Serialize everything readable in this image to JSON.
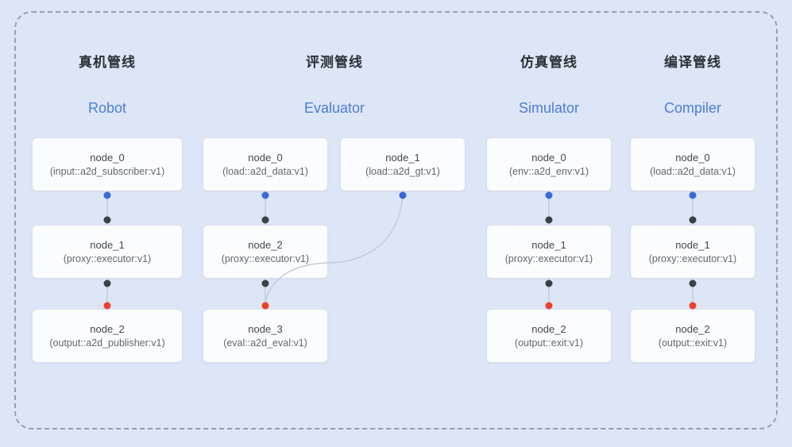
{
  "colors": {
    "background": "#dde6f6",
    "border_dashed": "#98a0af",
    "card_bg": "#fbfcfe",
    "card_border": "#d9dee8",
    "header_zh": "#2b2f36",
    "header_en": "#4d7cd6",
    "node_title": "#43474d",
    "node_subtitle": "#62676f",
    "connector": "#c3cbd8",
    "port_blue": "#3b68d8",
    "port_black": "#3b4046",
    "port_red": "#e8422c"
  },
  "pipelines": {
    "robot": {
      "title_zh": "真机管线",
      "title_en": "Robot",
      "nodes": {
        "n0": {
          "title": "node_0",
          "subtitle": "(input::a2d_subscriber:v1)"
        },
        "n1": {
          "title": "node_1",
          "subtitle": "(proxy::executor:v1)"
        },
        "n2": {
          "title": "node_2",
          "subtitle": "(output::a2d_publisher:v1)"
        }
      },
      "edges": [
        "node_0->node_1",
        "node_1->node_2"
      ]
    },
    "evaluator": {
      "title_zh": "评测管线",
      "title_en": "Evaluator",
      "nodes": {
        "n0": {
          "title": "node_0",
          "subtitle": "(load::a2d_data:v1)"
        },
        "n1": {
          "title": "node_1",
          "subtitle": "(load::a2d_gt:v1)"
        },
        "n2": {
          "title": "node_2",
          "subtitle": "(proxy::executor:v1)"
        },
        "n3": {
          "title": "node_3",
          "subtitle": "(eval::a2d_eval:v1)"
        }
      },
      "edges": [
        "node_0->node_2",
        "node_2->node_3",
        "node_1->node_3"
      ]
    },
    "simulator": {
      "title_zh": "仿真管线",
      "title_en": "Simulator",
      "nodes": {
        "n0": {
          "title": "node_0",
          "subtitle": "(env::a2d_env:v1)"
        },
        "n1": {
          "title": "node_1",
          "subtitle": "(proxy::executor:v1)"
        },
        "n2": {
          "title": "node_2",
          "subtitle": "(output::exit:v1)"
        }
      },
      "edges": [
        "node_0->node_1",
        "node_1->node_2"
      ]
    },
    "compiler": {
      "title_zh": "编译管线",
      "title_en": "Compiler",
      "nodes": {
        "n0": {
          "title": "node_0",
          "subtitle": "(load::a2d_data:v1)"
        },
        "n1": {
          "title": "node_1",
          "subtitle": "(proxy::executor:v1)"
        },
        "n2": {
          "title": "node_2",
          "subtitle": "(output::exit:v1)"
        }
      },
      "edges": [
        "node_0->node_1",
        "node_1->node_2"
      ]
    }
  }
}
